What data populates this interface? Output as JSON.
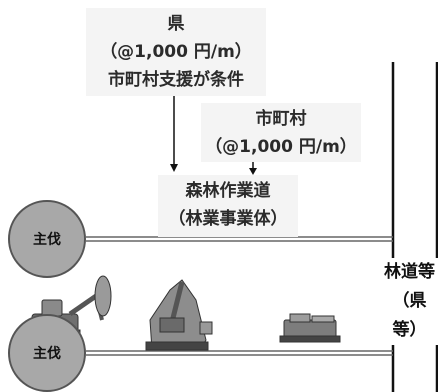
{
  "prefecture_box": {
    "line1": "県",
    "line2": "（@1,000 円/m）",
    "line3": "市町村支援が条件"
  },
  "municipality_box": {
    "line1": "市町村",
    "line2": "（@1,000 円/m）"
  },
  "forest_work_road_box": {
    "line1": "森林作業道",
    "line2": "（林業事業体）"
  },
  "main_logging_circles": [
    "主伐",
    "主伐"
  ],
  "forest_road_label": {
    "line1": "林道等",
    "line2": "（県等）"
  },
  "machine_icons": [
    "harvester-icon",
    "excavator-icon",
    "forwarder-icon"
  ]
}
